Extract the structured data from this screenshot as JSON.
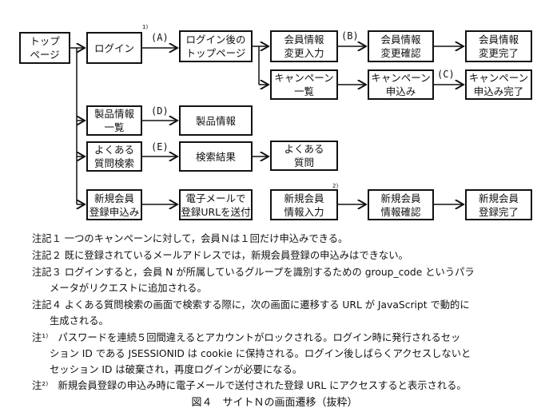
{
  "nodes": {
    "top": "トップ\nページ",
    "login": "ログイン",
    "after_login": "ログイン後の\nトップページ",
    "member_input": "会員情報\n変更入力",
    "member_confirm": "会員情報\n変更確認",
    "member_done": "会員情報\n変更完了",
    "campaign_list": "キャンペーン\n一覧",
    "campaign_apply": "キャンペーン\n申込み",
    "campaign_done": "キャンペーン\n申込み完了",
    "product_list": "製品情報\n一覧",
    "product": "製品情報",
    "faq_search": "よくある\n質問検索",
    "search_result": "検索結果",
    "faq": "よくある\n質問",
    "signup_apply": "新規会員\n登録申込み",
    "email_url": "電子メールで\n登録URLを送付",
    "signup_input": "新規会員\n情報入力",
    "signup_confirm": "新規会員\n情報確認",
    "signup_done": "新規会員\n登録完了"
  },
  "edge_labels": {
    "a": "(A)",
    "b": "(B)",
    "c": "(C)",
    "d": "(D)",
    "e": "(E)"
  },
  "footnote_marks": {
    "one": "1)",
    "two": "2)"
  },
  "notes": [
    "注記１ 一つのキャンペーンに対して，会員Ｎは１回だけ申込みできる。",
    "注記２ 既に登録されているメールアドレスでは，新規会員登録の申込みはできない。",
    "注記３ ログインすると，会員 N が所属しているグループを識別するための group_code というパラ",
    "メータがリクエストに追加される。",
    "注記４ よくある質問検索の画面で検索する際に，次の画面に遷移する URL が JavaScript で動的に",
    "生成される。",
    "注¹⁾　パスワードを連続５回間違えるとアカウントがロックされる。ログイン時に発行されるセッ",
    "ション ID である JSESSIONID は cookie に保持される。ログイン後しばらくアクセスしないと",
    "セッション ID は破棄され，再度ログインが必要になる。",
    "注²⁾　新規会員登録の申込み時に電子メールで送付された登録 URL にアクセスすると表示される。"
  ],
  "caption": "図４　サイトＮの画面遷移（抜粋）"
}
